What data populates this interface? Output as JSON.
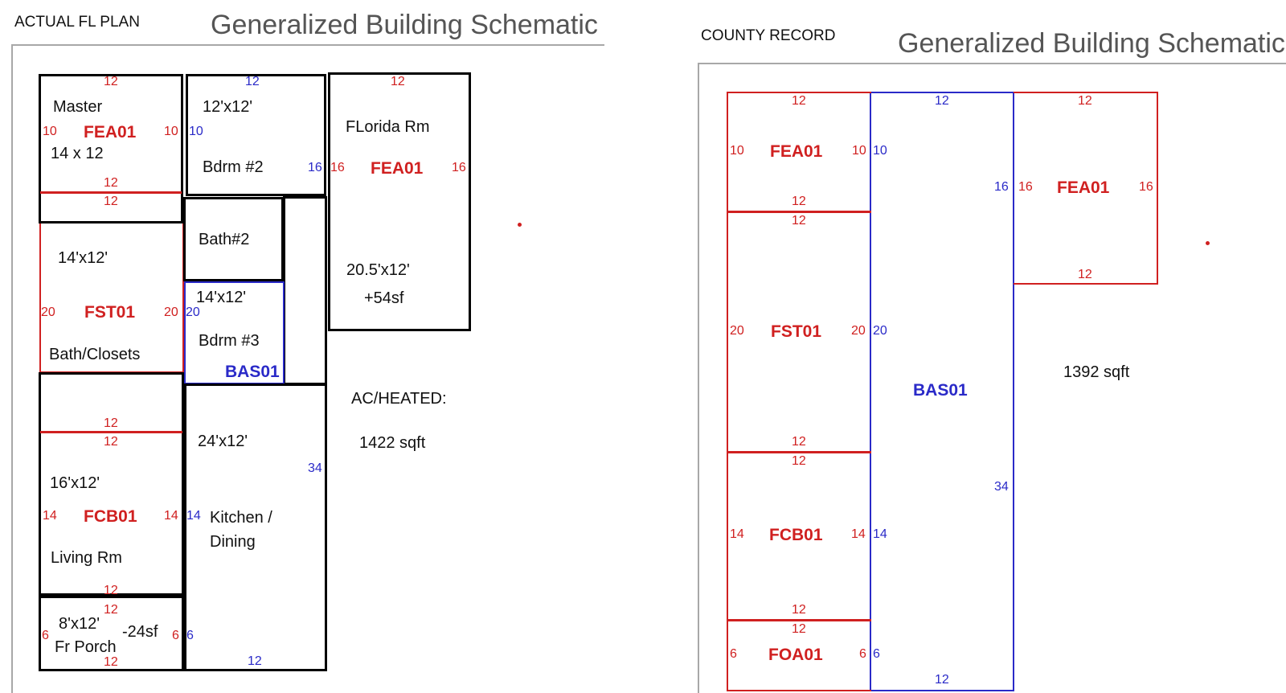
{
  "colors": {
    "red": "#d02020",
    "blue": "#2a2ac8",
    "black": "#000000",
    "gray_rule": "#a8a8a8",
    "title_gray": "#555555"
  },
  "left": {
    "header": "ACTUAL FL PLAN",
    "title": "Generalized Building Schematic",
    "master": {
      "name": "Master",
      "code": "FEA01",
      "size": "14 x 12",
      "w": "12",
      "w2": "12",
      "w3": "12",
      "hl": "10",
      "hr": "10"
    },
    "bdrm2": {
      "size": "12'x12'",
      "name": "Bdrm #2",
      "w": "12",
      "hl": "10",
      "hr": "16"
    },
    "florida": {
      "name": "FLorida Rm",
      "code": "FEA01",
      "size": "20.5'x12'",
      "extra": "+54sf",
      "w": "12",
      "hl": "16",
      "hr": "16"
    },
    "fst": {
      "size": "14'x12'",
      "code": "FST01",
      "name": "Bath/Closets",
      "hl": "20",
      "hr": "20"
    },
    "bath2": {
      "name": "Bath#2"
    },
    "bdrm3": {
      "size": "14'x12'",
      "name": "Bdrm #3",
      "code": "BAS01",
      "hl": "20"
    },
    "heated": {
      "label": "AC/HEATED:",
      "sqft": "1422 sqft"
    },
    "living": {
      "w1": "12",
      "w2": "12",
      "size": "16'x12'",
      "code": "FCB01",
      "name": "Living Rm",
      "hl": "14",
      "hr": "14",
      "w3": "12"
    },
    "kitchen": {
      "size": "24'x12'",
      "name1": "Kitchen /",
      "name2": "Dining",
      "h": "34",
      "hl": "14",
      "w": "12"
    },
    "porch": {
      "w1": "12",
      "size": "8'x12'",
      "name": "Fr Porch",
      "adj": "-24sf",
      "hl": "6",
      "hr": "6",
      "hb": "6",
      "w2": "12"
    }
  },
  "right": {
    "header": "COUNTY RECORD",
    "title": "Generalized Building Schematic",
    "fea1": {
      "code": "FEA01",
      "w": "12",
      "w2": "12",
      "hl": "10",
      "hr": "10"
    },
    "fst": {
      "code": "FST01",
      "w": "12",
      "w2": "12",
      "hl": "20",
      "hr": "20"
    },
    "fcb": {
      "code": "FCB01",
      "w": "12",
      "w2": "12",
      "hl": "14",
      "hr": "14"
    },
    "foa": {
      "code": "FOA01",
      "w": "12",
      "hl": "6",
      "hr": "6"
    },
    "bas": {
      "code": "BAS01",
      "w_top": "12",
      "w_bot": "12",
      "h_right": "34",
      "h1": "10",
      "h2": "16",
      "h3": "20",
      "h4": "14",
      "h5": "6"
    },
    "fea2": {
      "code": "FEA01",
      "w": "12",
      "w2": "12",
      "hl": "16",
      "hr": "16"
    },
    "sqft": "1392 sqft"
  }
}
